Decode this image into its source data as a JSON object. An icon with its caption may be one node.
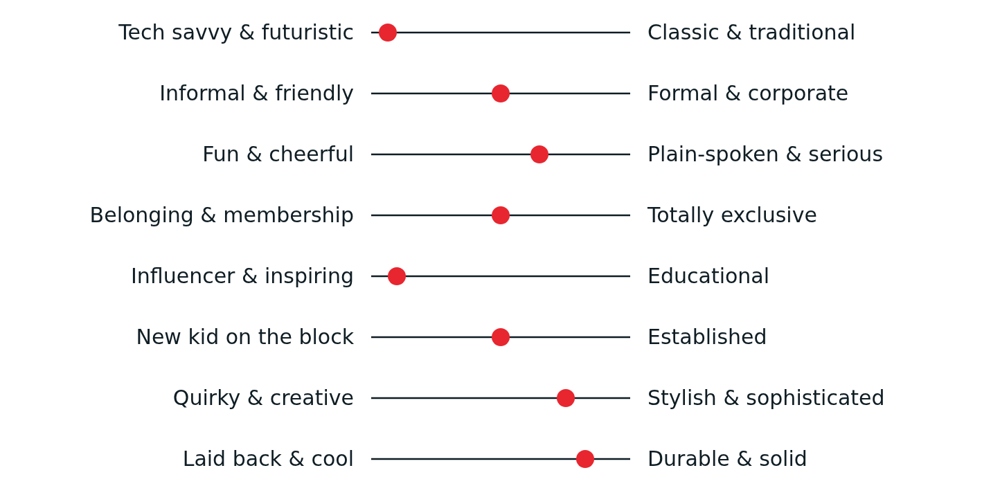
{
  "diagram": {
    "nodes": [
      {
        "text": [
          "Tech savvy & futuristic"
        ]
      },
      {
        "text": [
          "Classic & traditional"
        ]
      },
      {
        "text": [
          "Informal & friendly"
        ]
      },
      {
        "text": [
          "Formal & corporate"
        ]
      },
      {
        "text": [
          "Fun & cheerful"
        ]
      },
      {
        "text": [
          "Plain-spoken & serious"
        ]
      },
      {
        "text": [
          "Belonging & membership"
        ]
      },
      {
        "text": [
          "Totally exclusive"
        ]
      },
      {
        "text": [
          "Influencer & inspiring"
        ]
      },
      {
        "text": [
          "Educational"
        ]
      },
      {
        "text": [
          "New kid on the block"
        ]
      },
      {
        "text": [
          "Established"
        ]
      },
      {
        "text": [
          "Quirky & creative"
        ]
      },
      {
        "text": [
          "Stylish & sophisticated"
        ]
      },
      {
        "text": [
          "Laid back & cool"
        ]
      },
      {
        "text": [
          "Durable & solid"
        ]
      }
    ],
    "edges": [
      {
        "from": 0,
        "to": 1,
        "arrow": "none"
      },
      {
        "from": 2,
        "to": 3,
        "arrow": "none"
      },
      {
        "from": 4,
        "to": 5,
        "arrow": "none"
      },
      {
        "from": 6,
        "to": 7,
        "arrow": "none"
      },
      {
        "from": 8,
        "to": 9,
        "arrow": "none"
      },
      {
        "from": 10,
        "to": 11,
        "arrow": "none"
      },
      {
        "from": 12,
        "to": 13,
        "arrow": "none"
      },
      {
        "from": 14,
        "to": 15,
        "arrow": "none"
      }
    ]
  }
}
